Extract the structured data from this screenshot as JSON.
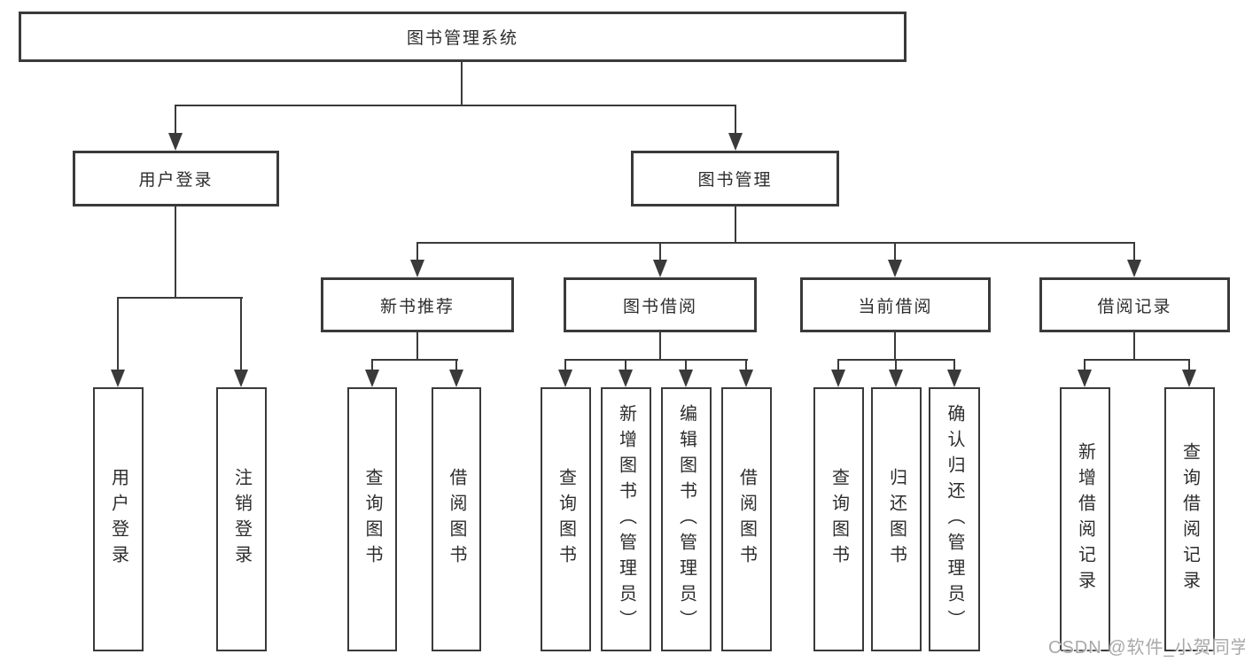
{
  "tree": {
    "label": "图书管理系统",
    "children": [
      {
        "label": "用户登录",
        "children": [
          {
            "label": "用户登录"
          },
          {
            "label": "注销登录"
          }
        ]
      },
      {
        "label": "图书管理",
        "children": [
          {
            "label": "新书推荐",
            "children": [
              {
                "label": "查询图书"
              },
              {
                "label": "借阅图书"
              }
            ]
          },
          {
            "label": "图书借阅",
            "children": [
              {
                "label": "查询图书"
              },
              {
                "label": "新增图书（管理员）"
              },
              {
                "label": "编辑图书（管理员）"
              },
              {
                "label": "借阅图书"
              }
            ]
          },
          {
            "label": "当前借阅",
            "children": [
              {
                "label": "查询图书"
              },
              {
                "label": "归还图书"
              },
              {
                "label": "确认归还（管理员）"
              }
            ]
          },
          {
            "label": "借阅记录",
            "children": [
              {
                "label": "新增借阅记录"
              },
              {
                "label": "查询借阅记录"
              }
            ]
          }
        ]
      }
    ]
  },
  "watermark": "CSDN @软件_小贺同学",
  "colors": {
    "line": "#3a3a3a",
    "box_border": "#3a3a3a",
    "box_fill": "#ffffff",
    "text": "#2d2d2d",
    "watermark": "#a8a8a8",
    "background": "#ffffff"
  }
}
